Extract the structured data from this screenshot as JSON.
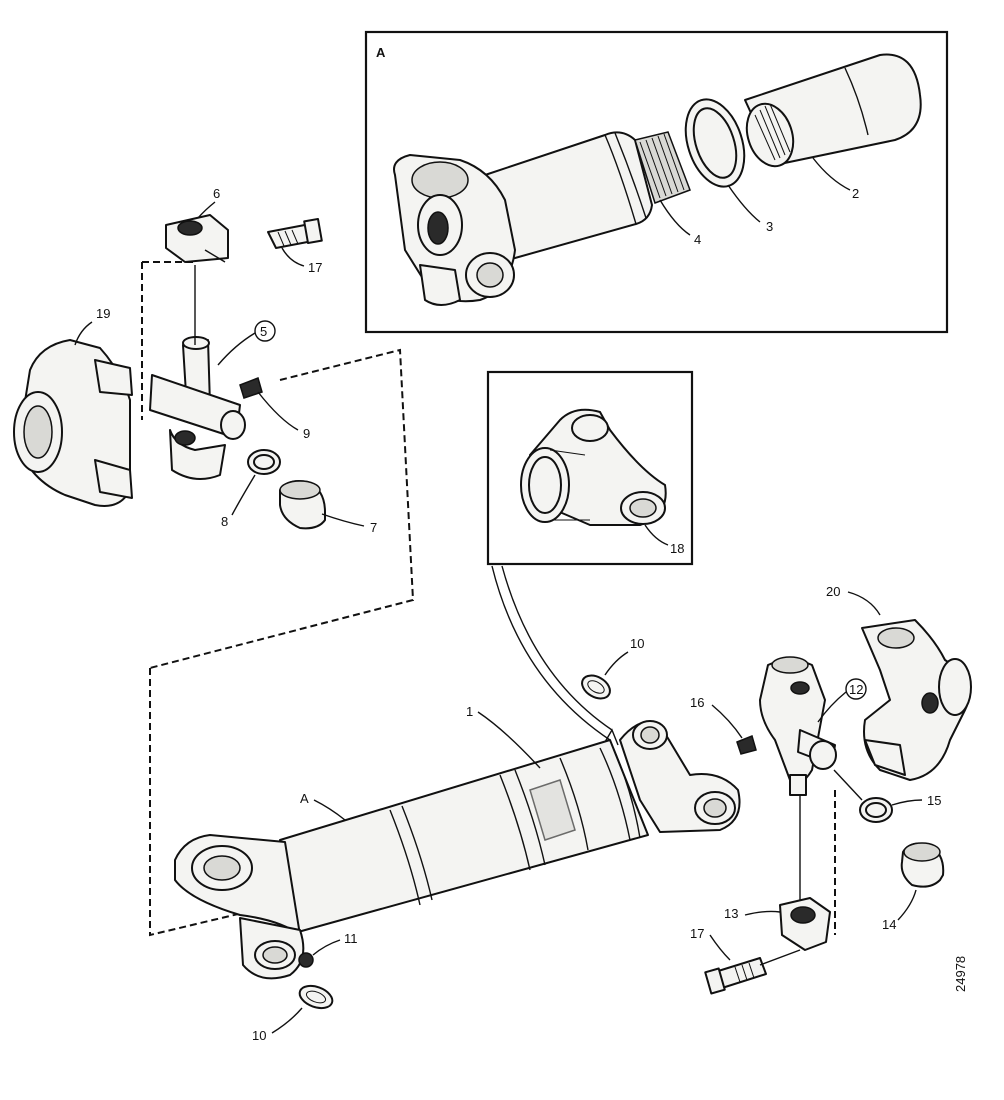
{
  "figure_id": "24978",
  "inset_a_label": "A",
  "shaft_a_label": "A",
  "callouts": {
    "c1": "1",
    "c2": "2",
    "c3": "3",
    "c4": "4",
    "c5": "5",
    "c6": "6",
    "c7": "7",
    "c8": "8",
    "c9": "9",
    "c10a": "10",
    "c10b": "10",
    "c11": "11",
    "c12": "12",
    "c13": "13",
    "c14": "14",
    "c15": "15",
    "c16": "16",
    "c17a": "17",
    "c17b": "17",
    "c18": "18",
    "c19": "19",
    "c20": "20"
  }
}
